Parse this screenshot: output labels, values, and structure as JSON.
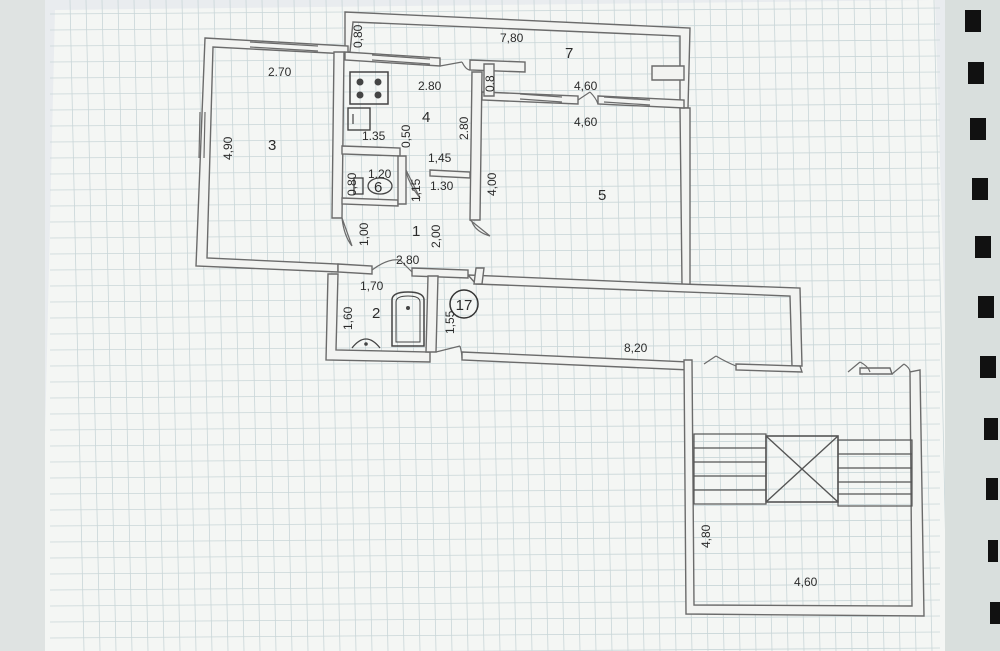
{
  "plan": {
    "dimensions": {
      "d_780": "7,80",
      "d_080_top": "0,80",
      "d_270": "2.70",
      "d_280_kitchen": "2.80",
      "d_08": "0.8",
      "d_460_a": "4,60",
      "d_460_b": "4,60",
      "d_490": "4,90",
      "d_135": "1.35",
      "d_050": "0,50",
      "d_280_v": "2.80",
      "d_145": "1,45",
      "d_120": "1.20",
      "d_080_wc": "0,80",
      "d_115": "1,15",
      "d_130": "1.30",
      "d_400": "4,00",
      "d_100": "1,00",
      "d_200": "2,00",
      "d_280_hall": "2,80",
      "d_170": "1,70",
      "d_160": "1,60",
      "d_155": "1,55",
      "d_820": "8,20",
      "d_480": "4,80",
      "d_460_stair": "4,60"
    },
    "rooms": {
      "r1": "1",
      "r2": "2",
      "r3": "3",
      "r4": "4",
      "r5": "5",
      "r6": "6",
      "r7": "7"
    },
    "apartment_number": "17"
  }
}
